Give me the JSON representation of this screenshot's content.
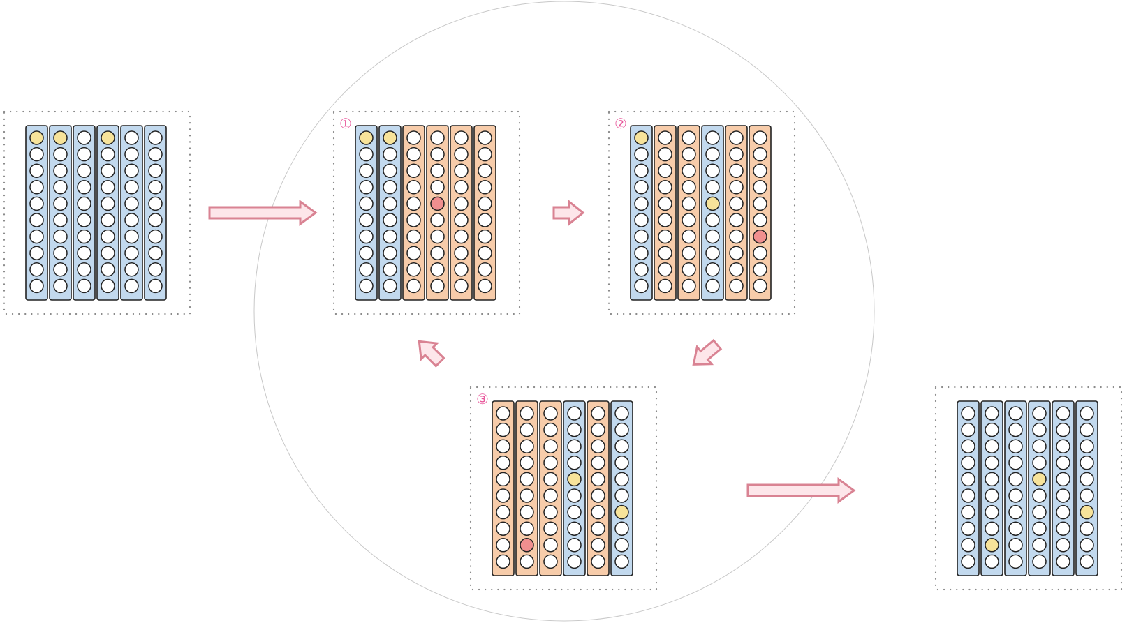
{
  "colors": {
    "blue_column": "#c2d9ee",
    "orange_column": "#f7ccaa",
    "empty_slot": "#ffffff",
    "yellow_slot": "#f7e39a",
    "red_slot": "#f08f8f",
    "arrow_fill": "#fde6ea",
    "arrow_stroke": "#d98393",
    "marker": "#e8559a",
    "cycle_ring": "#c8c8c8",
    "frame_dots": "#8a8a8a",
    "outline": "#222222"
  },
  "panels": [
    {
      "id": "initial",
      "marker": "",
      "columns": [
        {
          "color": "blue",
          "slots": [
            {
              "row": 0,
              "state": "yellow"
            }
          ]
        },
        {
          "color": "blue",
          "slots": [
            {
              "row": 0,
              "state": "yellow"
            }
          ]
        },
        {
          "color": "blue",
          "slots": []
        },
        {
          "color": "blue",
          "slots": [
            {
              "row": 0,
              "state": "yellow"
            }
          ]
        },
        {
          "color": "blue",
          "slots": []
        },
        {
          "color": "blue",
          "slots": []
        }
      ]
    },
    {
      "id": "step-1",
      "marker": "①",
      "columns": [
        {
          "color": "blue",
          "slots": [
            {
              "row": 0,
              "state": "yellow"
            }
          ]
        },
        {
          "color": "blue",
          "slots": [
            {
              "row": 0,
              "state": "yellow"
            }
          ]
        },
        {
          "color": "orange",
          "slots": []
        },
        {
          "color": "orange",
          "slots": [
            {
              "row": 4,
              "state": "red"
            }
          ]
        },
        {
          "color": "orange",
          "slots": []
        },
        {
          "color": "orange",
          "slots": []
        }
      ]
    },
    {
      "id": "step-2",
      "marker": "②",
      "columns": [
        {
          "color": "blue",
          "slots": [
            {
              "row": 0,
              "state": "yellow"
            }
          ]
        },
        {
          "color": "orange",
          "slots": []
        },
        {
          "color": "orange",
          "slots": []
        },
        {
          "color": "blue",
          "slots": [
            {
              "row": 4,
              "state": "yellow"
            }
          ]
        },
        {
          "color": "orange",
          "slots": []
        },
        {
          "color": "orange",
          "slots": [
            {
              "row": 6,
              "state": "red"
            }
          ]
        }
      ]
    },
    {
      "id": "step-3",
      "marker": "③",
      "columns": [
        {
          "color": "orange",
          "slots": []
        },
        {
          "color": "orange",
          "slots": [
            {
              "row": 8,
              "state": "red"
            }
          ]
        },
        {
          "color": "orange",
          "slots": []
        },
        {
          "color": "blue",
          "slots": [
            {
              "row": 4,
              "state": "yellow"
            }
          ]
        },
        {
          "color": "orange",
          "slots": []
        },
        {
          "color": "blue",
          "slots": [
            {
              "row": 6,
              "state": "yellow"
            }
          ]
        }
      ]
    },
    {
      "id": "final",
      "marker": "",
      "columns": [
        {
          "color": "blue",
          "slots": []
        },
        {
          "color": "blue",
          "slots": [
            {
              "row": 8,
              "state": "yellow"
            }
          ]
        },
        {
          "color": "blue",
          "slots": []
        },
        {
          "color": "blue",
          "slots": [
            {
              "row": 4,
              "state": "yellow"
            }
          ]
        },
        {
          "color": "blue",
          "slots": []
        },
        {
          "color": "blue",
          "slots": [
            {
              "row": 6,
              "state": "yellow"
            }
          ]
        }
      ]
    }
  ],
  "slots_per_column": 10,
  "arrows": [
    {
      "id": "initial-to-step-1",
      "direction": "right",
      "size": "large"
    },
    {
      "id": "step-1-to-step-2",
      "direction": "right",
      "size": "small"
    },
    {
      "id": "step-2-to-step-3",
      "direction": "down-left",
      "size": "small"
    },
    {
      "id": "step-3-to-step-1",
      "direction": "up-left",
      "size": "small"
    },
    {
      "id": "cycle-to-final",
      "direction": "right",
      "size": "large"
    }
  ]
}
